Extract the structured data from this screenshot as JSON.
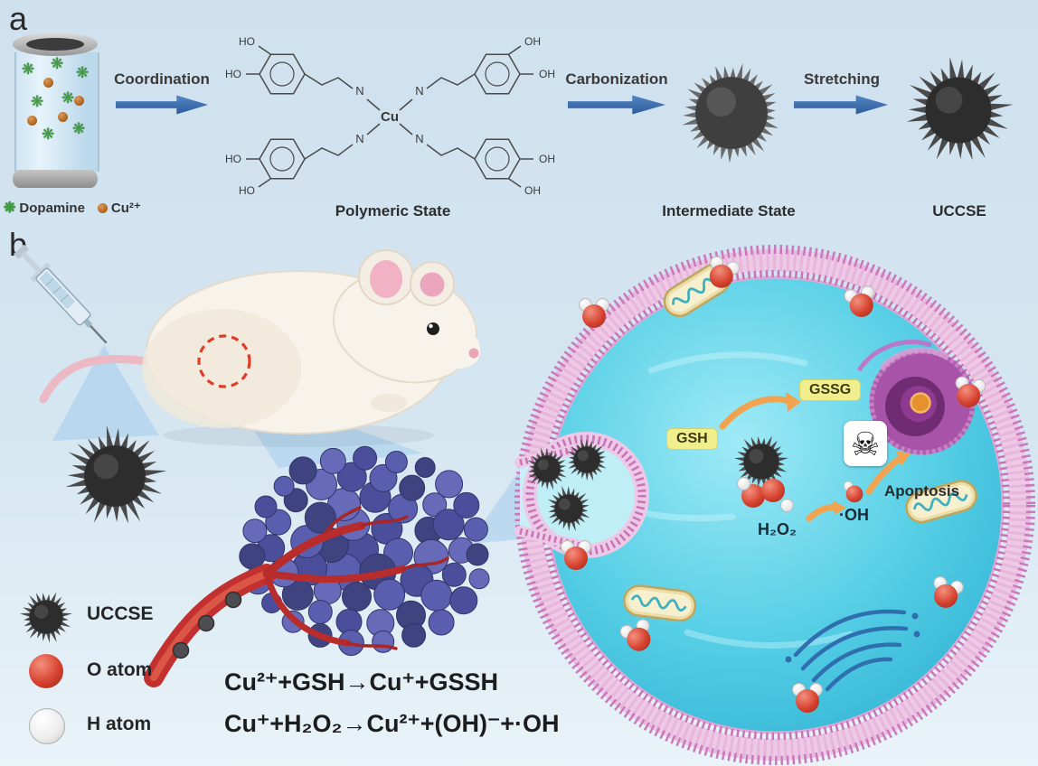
{
  "panel_a": {
    "label": "a",
    "legend": {
      "dopamine_icon": "❋",
      "dopamine": "Dopamine",
      "cu_icon": "●",
      "cu": "Cu²⁺"
    },
    "arrows": {
      "coordination": "Coordination",
      "carbonization": "Carbonization",
      "stretching": "Stretching"
    },
    "states": {
      "polymeric": "Polymeric State",
      "intermediate": "Intermediate State",
      "uccse": "UCCSE"
    },
    "structure": {
      "cu": "Cu",
      "n": "N",
      "ho": "HO",
      "oh": "OH"
    }
  },
  "panel_b": {
    "label": "b",
    "cell": {
      "gsh": "GSH",
      "gssg": "GSSG",
      "h2o2": "H₂O₂",
      "oh_radical": "·OH",
      "apoptosis": "Apoptosis",
      "skull_icon": "☠"
    },
    "legend": {
      "uccse": "UCCSE",
      "o_atom": "O atom",
      "h_atom": "H atom"
    },
    "equations": {
      "line1": "Cu²⁺+GSH→Cu⁺+GSSH",
      "line2": "Cu⁺+H₂O₂→Cu²⁺+(OH)⁻+·OH"
    },
    "colors": {
      "membrane_pink": "#d892c8",
      "cytoplasm_teal": "#49c6e0",
      "arrow_orange": "#f2a350",
      "label_yellow": "#f1ee8d",
      "vessel_red": "#c23030",
      "tumor_purple": "#4b4f9b",
      "arrow_blue": "#34649f"
    }
  }
}
